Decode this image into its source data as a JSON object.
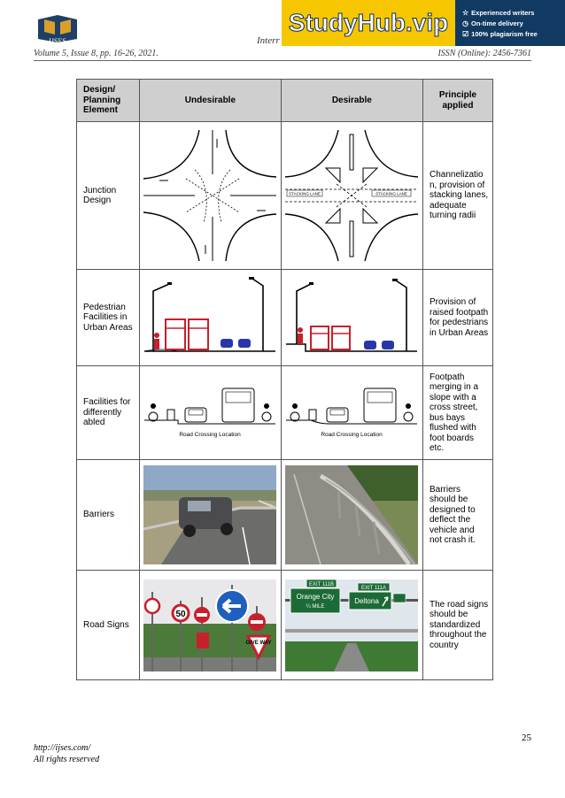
{
  "header": {
    "logo_text": "IJSES",
    "journal_title": "Interr",
    "volume_line": "Volume 5, Issue 8, pp. 16-26, 2021.",
    "issn_line": "ISSN (Online): 2456-7361"
  },
  "ad": {
    "brand": "StudyHub.vip",
    "lines": [
      "Experienced writers",
      "On-time delivery",
      "100% plagiarism free"
    ]
  },
  "table": {
    "headers": [
      "Design/ Planning Element",
      "Undesirable",
      "Desirable",
      "Principle applied"
    ],
    "rows": [
      {
        "element": "Junction Design",
        "principle": "Channelizatio n, provision of stacking lanes, adequate turning radii",
        "desirable_labels": [
          "STACKING LANE",
          "STACKING LANE"
        ]
      },
      {
        "element": "Pedestrian Facilities in Urban Areas",
        "principle": "Provision of raised footpath for pedestrians in Urban Areas"
      },
      {
        "element": "Facilities for differently abled",
        "principle": "Footpath merging in a slope with a cross street, bus bays flushed with foot boards etc.",
        "undesirable_caption": "Road Crossing Location",
        "desirable_caption": "Road Crossing Location"
      },
      {
        "element": "Barriers",
        "principle": "Barriers should be designed to deflect the vehicle and not crash it."
      },
      {
        "element": "Road Signs",
        "principle": "The road signs should be standardized throughout the country",
        "undesirable_signs": [
          "50",
          "GIVE WAY"
        ],
        "desirable_signs": {
          "exit1": "EXIT 111B",
          "exit2": "EXIT 111A",
          "sign1": "Orange City",
          "sign1_sub": "¼ MILE",
          "sign2": "Deltona"
        }
      }
    ]
  },
  "footer": {
    "page_number": "25",
    "url": "http://ijses.com/",
    "rights": "All rights reserved"
  }
}
